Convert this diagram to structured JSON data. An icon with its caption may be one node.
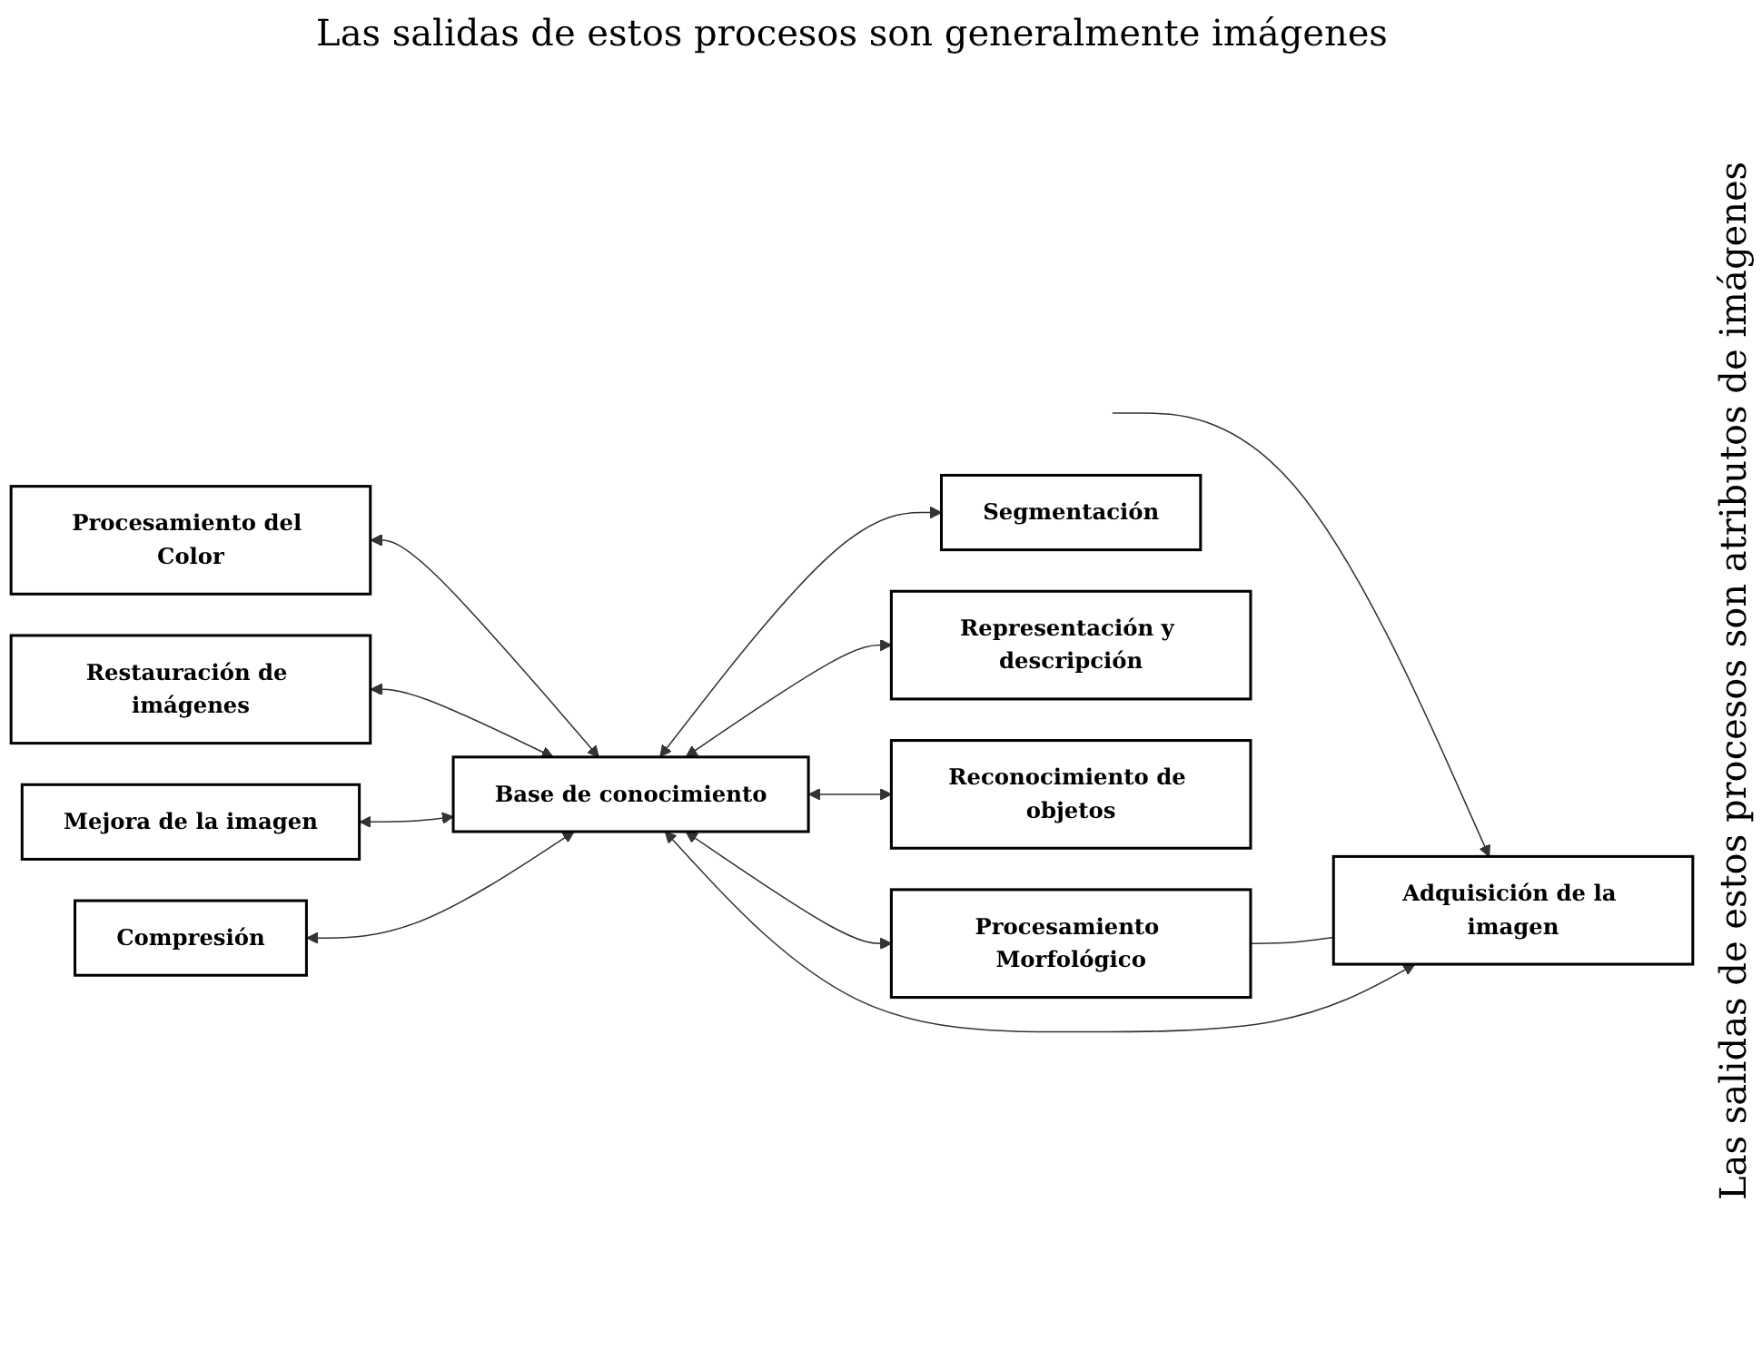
{
  "diagram": {
    "nodes": [
      {
        "text": [
          "Procesamiento del Color"
        ]
      },
      {
        "text": [
          "Compresión"
        ]
      },
      {
        "text": [
          "Procesamiento Morfológico"
        ]
      },
      {
        "text": [
          "Restauración de imágenes"
        ]
      },
      {
        "text": [
          "Segmentación"
        ]
      },
      {
        "text": [
          "Mejora de la imagen"
        ]
      },
      {
        "text": [
          "Base de conocimiento"
        ]
      },
      {
        "text": [
          "Representación y descripción"
        ]
      },
      {
        "text": [
          "Adquisición de la imagen"
        ]
      },
      {
        "text": [
          "Reconocimiento de objetos"
        ]
      }
    ],
    "edges": [
      {
        "from": null,
        "to": 8,
        "arrow": "to"
      },
      {
        "from": 0,
        "to": 6,
        "arrow": "both"
      },
      {
        "from": 3,
        "to": 6,
        "arrow": "both"
      },
      {
        "from": 5,
        "to": 6,
        "arrow": "both"
      },
      {
        "from": 8,
        "to": 6,
        "arrow": "both"
      },
      {
        "from": 1,
        "to": 6,
        "arrow": "both"
      },
      {
        "from": 6,
        "to": 2,
        "arrow": "both"
      },
      {
        "from": 6,
        "to": 4,
        "arrow": "both"
      },
      {
        "from": 6,
        "to": 7,
        "arrow": "both"
      },
      {
        "from": 6,
        "to": 9,
        "arrow": "both"
      },
      {
        "from": 2,
        "to": 8,
        "arrow": "none"
      }
    ],
    "labels": [
      "Las salidas de estos procesos son generalmente imágenes",
      "Las salidas de estos procesos son atributos de imágenes"
    ]
  }
}
